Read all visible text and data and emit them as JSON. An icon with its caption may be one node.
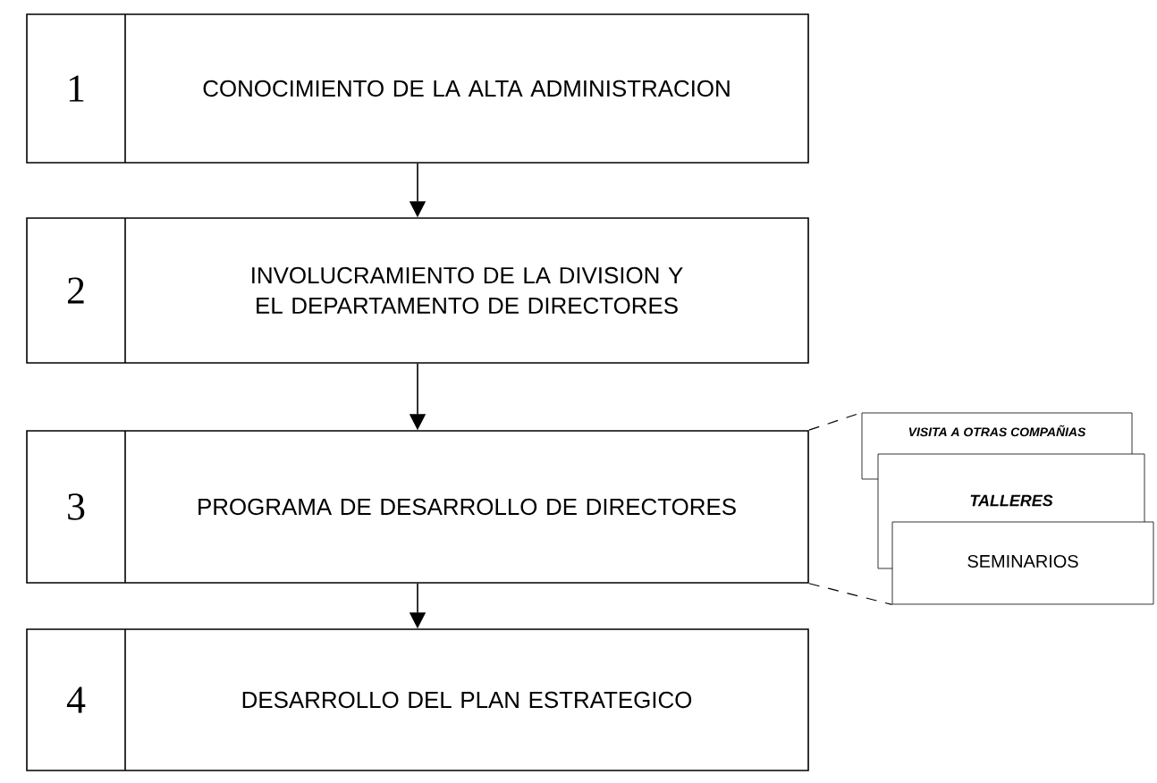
{
  "diagram": {
    "nodes": [
      {
        "text": [
          "1",
          "CONOCIMIENTO DE LA ALTA ADMINISTRACION"
        ]
      },
      {
        "text": [
          "2",
          "INVOLUCRAMIENTO DE LA DIVISION Y EL DEPARTAMENTO DE DIRECTORES"
        ]
      },
      {
        "text": [
          "3",
          "PROGRAMA DE DESARROLLO DE DIRECTORES"
        ]
      },
      {
        "text": [
          "4",
          "DESARROLLO DEL PLAN ESTRATEGICO"
        ]
      },
      {
        "text": [
          "VISITA A OTRAS COMPAÑIAS"
        ]
      },
      {
        "text": [
          "TALLERES"
        ]
      },
      {
        "text": [
          "SEMINARIOS"
        ]
      }
    ],
    "edges": [
      {
        "from": 0,
        "to": 1,
        "arrow": "to"
      },
      {
        "from": 1,
        "to": 2,
        "arrow": "to"
      },
      {
        "from": 2,
        "to": 3,
        "arrow": "to"
      },
      {
        "from": 2,
        "to": 4,
        "arrow": "none",
        "style": "dashed"
      },
      {
        "from": 2,
        "to": 6,
        "arrow": "none",
        "style": "dashed"
      }
    ]
  }
}
